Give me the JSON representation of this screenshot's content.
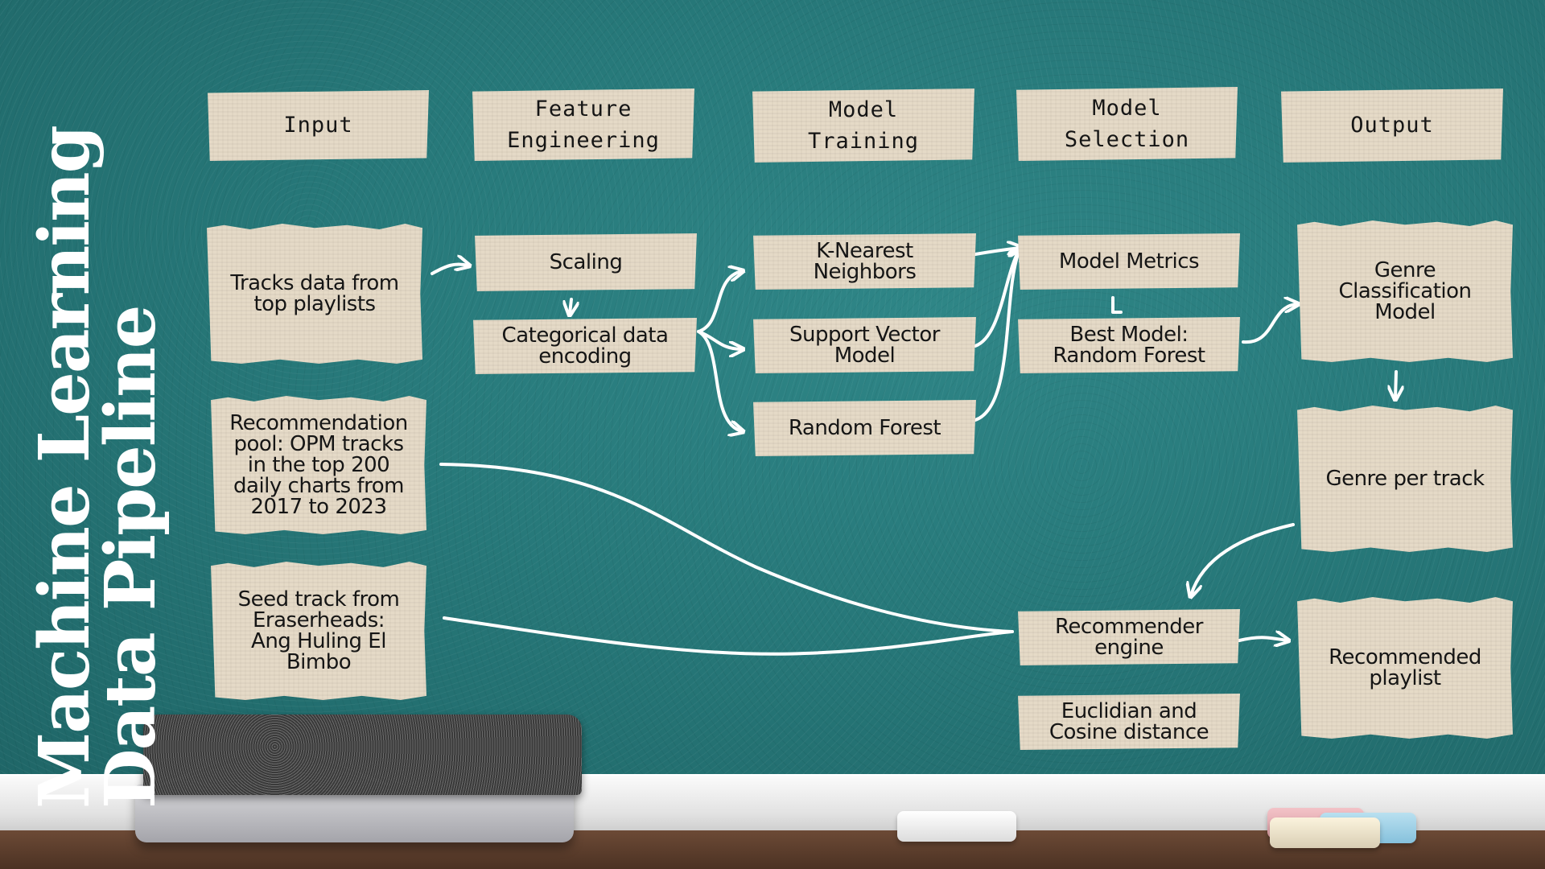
{
  "title": {
    "line1": "Machine Learning",
    "line2": "Data Pipeline"
  },
  "headers": {
    "input": "Input",
    "feature_1": "Feature",
    "feature_2": "Engineering",
    "training_1": "Model",
    "training_2": "Training",
    "selection_1": "Model",
    "selection_2": "Selection",
    "output": "Output"
  },
  "input": {
    "tracks_1": "Tracks data from",
    "tracks_2": "top playlists",
    "pool_1": "Recommendation",
    "pool_2": "pool: OPM tracks",
    "pool_3": "in the top 200",
    "pool_4": "daily charts from",
    "pool_5": "2017 to 2023",
    "seed_1": "Seed track from",
    "seed_2": "Eraserheads:",
    "seed_3": "Ang Huling El",
    "seed_4": "Bimbo"
  },
  "feature": {
    "scaling": "Scaling",
    "encoding_1": "Categorical data",
    "encoding_2": "encoding"
  },
  "training": {
    "knn_1": "K-Nearest",
    "knn_2": "Neighbors",
    "svm_1": "Support Vector",
    "svm_2": "Model",
    "rf": "Random Forest"
  },
  "selection": {
    "metrics": "Model Metrics",
    "best_1": "Best Model:",
    "best_2": "Random Forest",
    "engine_1": "Recommender",
    "engine_2": "engine",
    "distance_1": "Euclidian and",
    "distance_2": "Cosine distance"
  },
  "output": {
    "genre_model_1": "Genre",
    "genre_model_2": "Classification",
    "genre_model_3": "Model",
    "genre_track": "Genre per track",
    "playlist_1": "Recommended",
    "playlist_2": "playlist"
  },
  "colors": {
    "board": "#2c7c7d",
    "paper": "#e5dac7",
    "chalk": "#ffffff"
  }
}
